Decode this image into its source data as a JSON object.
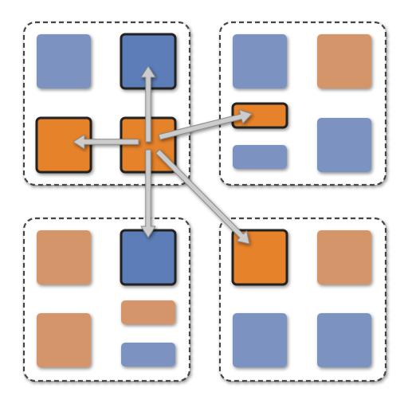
{
  "colors": {
    "blue": "#7b93c1",
    "blue_selected": "#5b7db8",
    "orange": "#e5822a",
    "orange_muted": "#d4956a",
    "border_dark": "#222222",
    "group_border": "#444444",
    "arrow": "#cccccc",
    "arrow_edge": "#888888",
    "background": "#ffffff"
  },
  "groups": [
    {
      "name": "top-left",
      "tiles": [
        {
          "id": "tl-a",
          "shape": "square",
          "color": "blue",
          "highlighted": false
        },
        {
          "id": "tl-b",
          "shape": "square",
          "color": "blue_selected",
          "highlighted": true
        },
        {
          "id": "tl-c",
          "shape": "square",
          "color": "orange",
          "highlighted": true
        },
        {
          "id": "tl-d",
          "shape": "square",
          "color": "orange",
          "highlighted": true
        }
      ]
    },
    {
      "name": "top-right",
      "tiles": [
        {
          "id": "tr-a",
          "shape": "square",
          "color": "blue",
          "highlighted": false
        },
        {
          "id": "tr-b",
          "shape": "square",
          "color": "orange_muted",
          "highlighted": false
        },
        {
          "id": "tr-c",
          "shape": "bar",
          "color": "orange",
          "highlighted": true
        },
        {
          "id": "tr-d",
          "shape": "bar",
          "color": "blue",
          "highlighted": false
        },
        {
          "id": "tr-e",
          "shape": "square",
          "color": "blue",
          "highlighted": false
        }
      ]
    },
    {
      "name": "bottom-left",
      "tiles": [
        {
          "id": "bl-a",
          "shape": "square",
          "color": "orange_muted",
          "highlighted": false
        },
        {
          "id": "bl-b",
          "shape": "square",
          "color": "blue_selected",
          "highlighted": true
        },
        {
          "id": "bl-c",
          "shape": "square",
          "color": "orange_muted",
          "highlighted": false
        },
        {
          "id": "bl-d",
          "shape": "bar",
          "color": "orange_muted",
          "highlighted": false
        },
        {
          "id": "bl-e",
          "shape": "bar",
          "color": "blue",
          "highlighted": false
        }
      ]
    },
    {
      "name": "bottom-right",
      "tiles": [
        {
          "id": "br-a",
          "shape": "square",
          "color": "orange",
          "highlighted": true
        },
        {
          "id": "br-b",
          "shape": "square",
          "color": "orange_muted",
          "highlighted": false
        },
        {
          "id": "br-c",
          "shape": "square",
          "color": "blue",
          "highlighted": false
        },
        {
          "id": "br-d",
          "shape": "square",
          "color": "blue",
          "highlighted": false
        }
      ]
    }
  ],
  "arrows": [
    {
      "from": "tl-d",
      "to": "tl-b"
    },
    {
      "from": "tl-d",
      "to": "tl-c"
    },
    {
      "from": "tl-d",
      "to": "tr-c"
    },
    {
      "from": "tl-d",
      "to": "bl-b"
    },
    {
      "from": "tl-d",
      "to": "br-a"
    }
  ]
}
